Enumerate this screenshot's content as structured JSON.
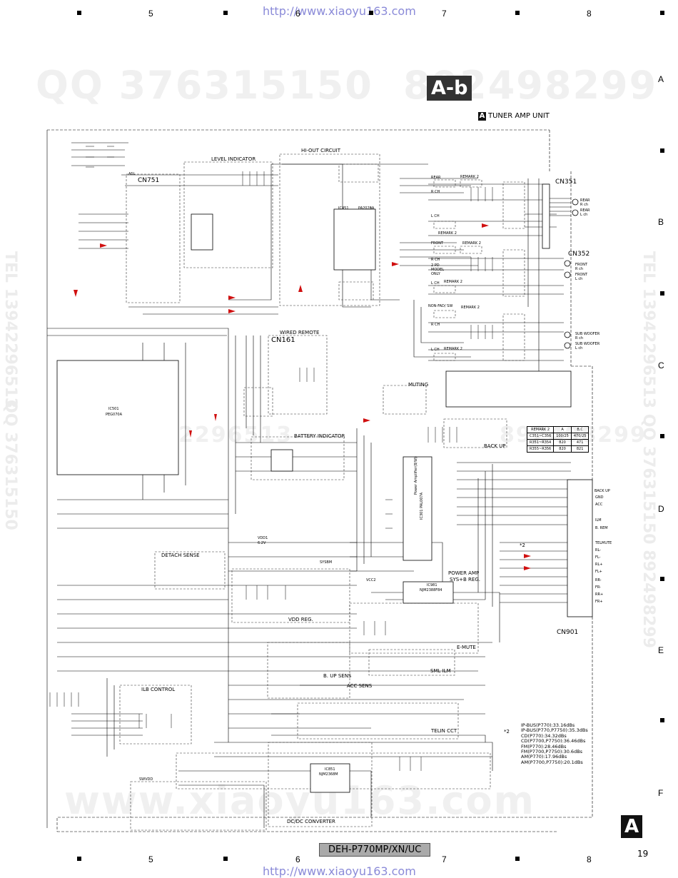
{
  "header": {
    "url_top": "http://www.xiaoyu163.com",
    "url_bottom": "http://www.xiaoyu163.com",
    "sheet_title": "A-b",
    "unit_label_tag": "A",
    "unit_label": "TUNER AMP UNIT"
  },
  "grid": {
    "columns_top": [
      "5",
      "6",
      "7",
      "8"
    ],
    "columns_bottom": [
      "5",
      "6",
      "7",
      "8"
    ],
    "rows": [
      "A",
      "B",
      "C",
      "D",
      "E",
      "F"
    ]
  },
  "watermarks": {
    "qq": "QQ 376315150",
    "qq_right": "892498299",
    "tel_left": "TEL 13942296513",
    "tel_left2": "QQ 376315150",
    "tel_right": "TEL 13942296513 QQ 376315150 892498299",
    "mid": "TEL 13942296513",
    "mid_right": "892498299",
    "bottom": "www.xiaoyu163.com"
  },
  "footer": {
    "model": "DEH-P770MP/XN/UC",
    "page_number": "19",
    "corner_tag": "A"
  },
  "blocks": {
    "level_indicator": "LEVEL INDICATOR",
    "hi_out": "HI-OUT CIRCUIT",
    "wired_remote": "WIRED REMOTE",
    "battery_indicator": "BATTERY INDICATOR",
    "muting": "MUTING",
    "back_up": "BACK UP",
    "power_amp": "POWER AMP",
    "sysb_reg": "SYS+B REG.",
    "emute": "E-MUTE",
    "detach_sense": "DETACH SENSE",
    "vdd_reg": "VDD REG.",
    "ilb_control": "ILB CONTROL",
    "bup_sens": "B. UP SENS",
    "acc_sens": "ACC SENS",
    "sml_ilm": "SML ILM",
    "telin_cct": "TELIN CCT",
    "dcdc": "DC/DC CONVERTER",
    "two_pd": "2 PD\nMODEL\nONLY",
    "non_fad": "NON-FAD/ SW"
  },
  "connectors": {
    "cn351": "CN351",
    "cn352": "CN352",
    "cn751": "CN751",
    "cn161": "CN161",
    "cn901": "CN901",
    "cn351_pins": [
      "REAR\nR ch",
      "REAR\nL ch"
    ],
    "cn352_pins": [
      "FRONT\nR ch",
      "FRONT\nL ch"
    ],
    "sub_pins": [
      "SUB WOOFER\nR ch",
      "SUB WOOFER\nL ch"
    ],
    "cn901_pins": [
      "BACK UP",
      "GND",
      "ACC",
      "ILM",
      "B. REM",
      "TELMUTE",
      "RL-",
      "FL-",
      "RL+",
      "FL+",
      "RR-",
      "FR-",
      "RR+",
      "FR+"
    ]
  },
  "channels": {
    "rear": "REAR",
    "front": "FRONT",
    "r_ch": "R CH",
    "l_ch": "L CH",
    "remark2": "REMARK 2"
  },
  "ics": {
    "ic501": "IC501",
    "ic501_part": "PEG070A",
    "ic451": "IC451",
    "ic451_part": "PA2028A",
    "ic301": "IC301 PAL007A",
    "ic301_vert": "Power Amplifier(8/W)",
    "ic981": "IC981",
    "ic981_part": "NJM2388F84",
    "ic851": "IC851",
    "ic851_part": "NJM2368M"
  },
  "remark_table": {
    "headers": [
      "REMARK 2",
      "A",
      "B,C"
    ],
    "rows": [
      [
        "C351~C356",
        "100/25",
        "470/25"
      ],
      [
        "R351~R354",
        "820",
        "471"
      ],
      [
        "R355~R356",
        "820",
        "821"
      ]
    ]
  },
  "notes": {
    "marker": "*2",
    "lines": [
      "IP-BUS(P770):33.16dBs",
      "IP-BUS(P770,P7750):35.3dBs",
      "CD(P770):34.32dBs",
      "CD(P7700,P7750):36.46dBs",
      "FM(P770):28.46dBs",
      "FM(P7700,P7750):30.6dBs",
      "AM(P770):17.96dBs",
      "AM(P7700,P7750):20.1dBs"
    ]
  },
  "labels": {
    "vdd1": "VDD1",
    "vdd1_v": "6.2V",
    "sysbm": "SYSBM",
    "vcc2": "VCC2",
    "asl": "ASL",
    "swvdd": "SWVDD"
  }
}
